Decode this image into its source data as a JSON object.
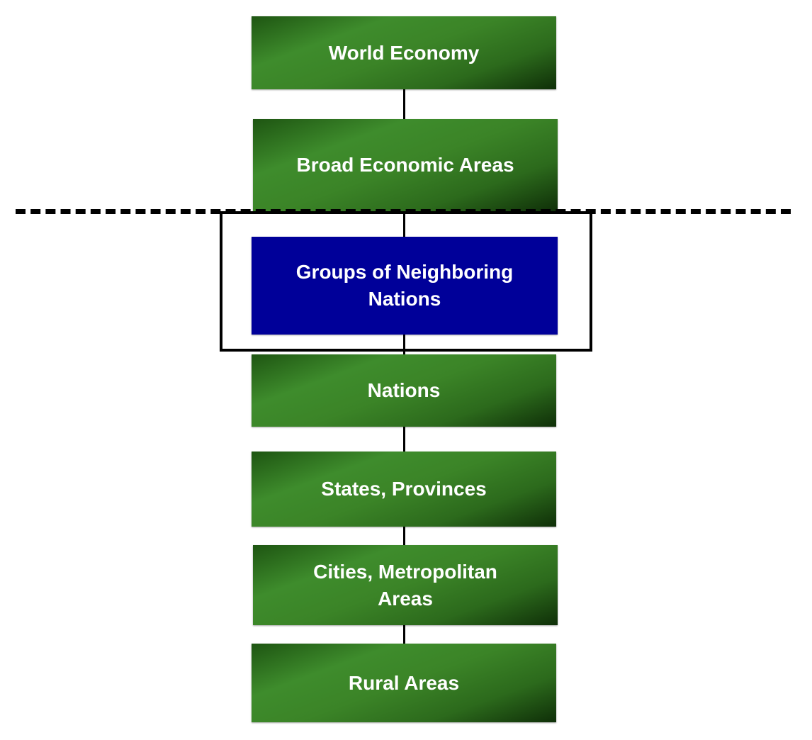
{
  "diagram": {
    "levels": [
      {
        "label": "World Economy"
      },
      {
        "label": "Broad Economic Areas"
      },
      {
        "label": "Groups of Neighboring Nations"
      },
      {
        "label": "Nations"
      },
      {
        "label": "States, Provinces"
      },
      {
        "label": "Cities, Metropolitan Areas"
      },
      {
        "label": "Rural Areas"
      }
    ],
    "highlighted_level": "Groups of Neighboring Nations",
    "colors": {
      "level_box": "#3b8427",
      "highlighted_box": "#000099",
      "lines": "#000000",
      "background": "#ffffff"
    }
  }
}
